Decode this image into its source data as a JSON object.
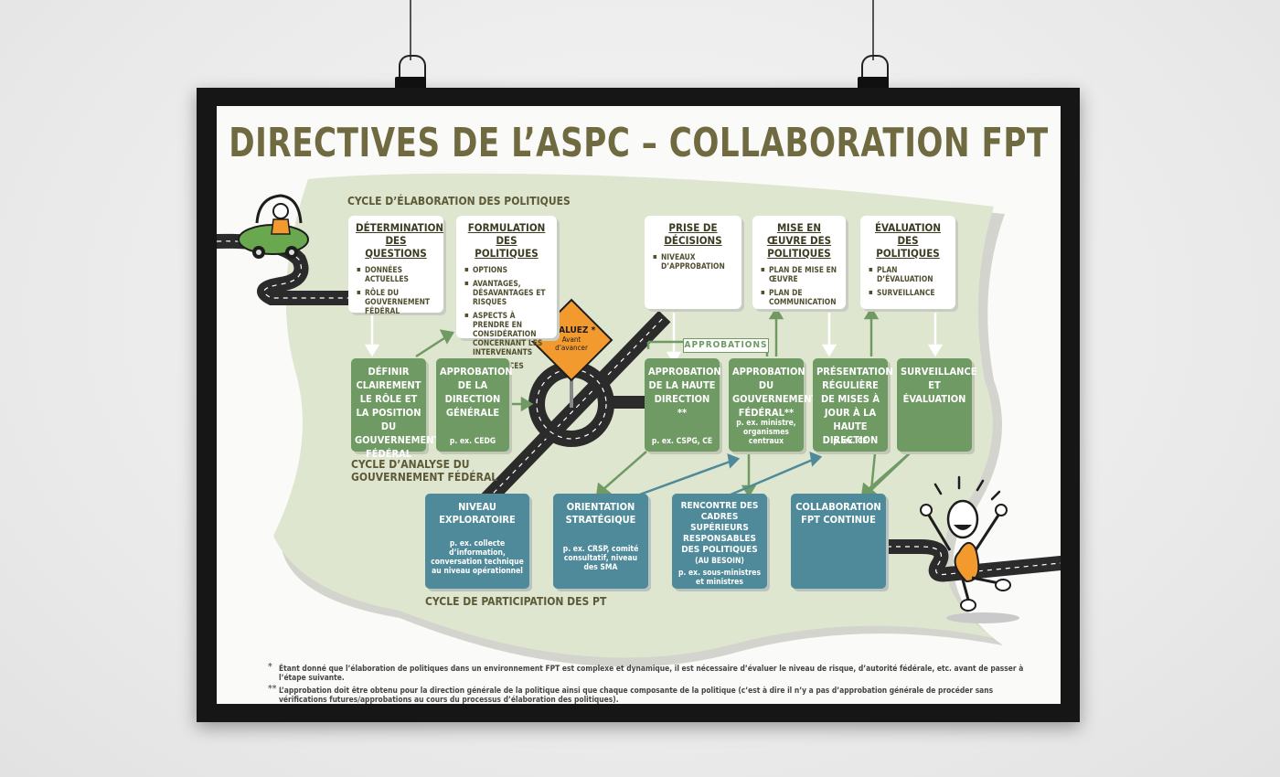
{
  "title": "DIRECTIVES DE L’ASPC – COLLABORATION FPT",
  "labels": {
    "policy_cycle": "CYCLE D’ÉLABORATION DES POLITIQUES",
    "federal_cycle_1": "CYCLE D’ANALYSE DU",
    "federal_cycle_2": "GOUVERNEMENT FÉDÉRAL",
    "pt_cycle": "CYCLE DE PARTICIPATION DES PT",
    "approbations": "APPROBATIONS"
  },
  "sign": {
    "title": "ÉVALUEZ *",
    "line1": "Avant",
    "line2": "d’avancer"
  },
  "policy_boxes": [
    {
      "title": "DÉTERMINATION DES QUESTIONS",
      "items": [
        "DONNÉES ACTUELLES",
        "RÔLE DU GOUVERNEMENT FÉDÉRAL"
      ]
    },
    {
      "title": "FORMULATION DES POLITIQUES",
      "items": [
        "OPTIONS",
        "AVANTAGES, DÉSAVANTAGES ET RISQUES",
        "ASPECTS À PRENDRE EN CONSIDÉRATION CONCERNANT LES INTERVENANTS",
        "RESSOURCES"
      ]
    },
    {
      "title": "PRISE DE DÉCISIONS",
      "items": [
        "NIVEAUX D’APPROBATION"
      ]
    },
    {
      "title": "MISE EN ŒUVRE DES POLITIQUES",
      "items": [
        "PLAN DE MISE EN ŒUVRE",
        "PLAN DE COMMUNICATION"
      ]
    },
    {
      "title": "ÉVALUATION DES POLITIQUES",
      "items": [
        "PLAN D’ÉVALUATION",
        "SURVEILLANCE"
      ]
    }
  ],
  "federal_boxes": [
    {
      "title": "DÉFINIR CLAIREMENT LE RÔLE ET LA POSITION DU GOUVERNEMENT FÉDÉRAL",
      "sub": ""
    },
    {
      "title": "APPROBATION DE LA DIRECTION GÉNÉRALE",
      "sub": "p. ex.  CEDG"
    },
    {
      "title": "APPROBATION DE LA HAUTE DIRECTION **",
      "sub": "p. ex.  CSPG, CE"
    },
    {
      "title": "APPROBATION DU GOUVERNEMENT FÉDÉRAL**",
      "sub": "p. ex. ministre, organismes centraux"
    },
    {
      "title": "PRÉSENTATION RÉGULIÈRE DE MISES À JOUR À LA HAUTE DIRECTION",
      "sub": "p. ex.  CE"
    },
    {
      "title": "SURVEILLANCE ET ÉVALUATION",
      "sub": ""
    }
  ],
  "pt_boxes": [
    {
      "title": "NIVEAU EXPLORATOIRE",
      "extra": "",
      "sub": "p. ex. collecte d’information, conversation technique au niveau opérationnel"
    },
    {
      "title": "ORIENTATION STRATÉGIQUE",
      "extra": "",
      "sub": "p. ex. CRSP, comité consultatif, niveau des SMA"
    },
    {
      "title": "RENCONTRE DES CADRES SUPÉRIEURS RESPONSABLES DES POLITIQUES",
      "extra": "(AU BESOIN)",
      "sub": "p. ex. sous-ministres et ministres"
    },
    {
      "title": "COLLABORATION FPT CONTINUE",
      "extra": "",
      "sub": ""
    }
  ],
  "notes": [
    {
      "mark": "*",
      "text": "Étant donné que l’élaboration de politiques dans un environnement FPT est complexe et dynamique, il est nécessaire d’évaluer le niveau de risque, d’autorité fédérale, etc. avant de passer à l’étape suivante."
    },
    {
      "mark": "**",
      "text": "L’approbation doit être obtenu pour la direction générale de la politique ainsi que chaque composante de la politique (c’est à dire il n’y a pas d’approbation générale de procéder sans vérifications futures/approbations au cours du processus d’élaboration des politiques)."
    }
  ],
  "colors": {
    "green": "#6f9a63",
    "blue": "#4e8a99",
    "title": "#6f6a40",
    "sign": "#f29a2e",
    "map": "#dfe6cf"
  }
}
